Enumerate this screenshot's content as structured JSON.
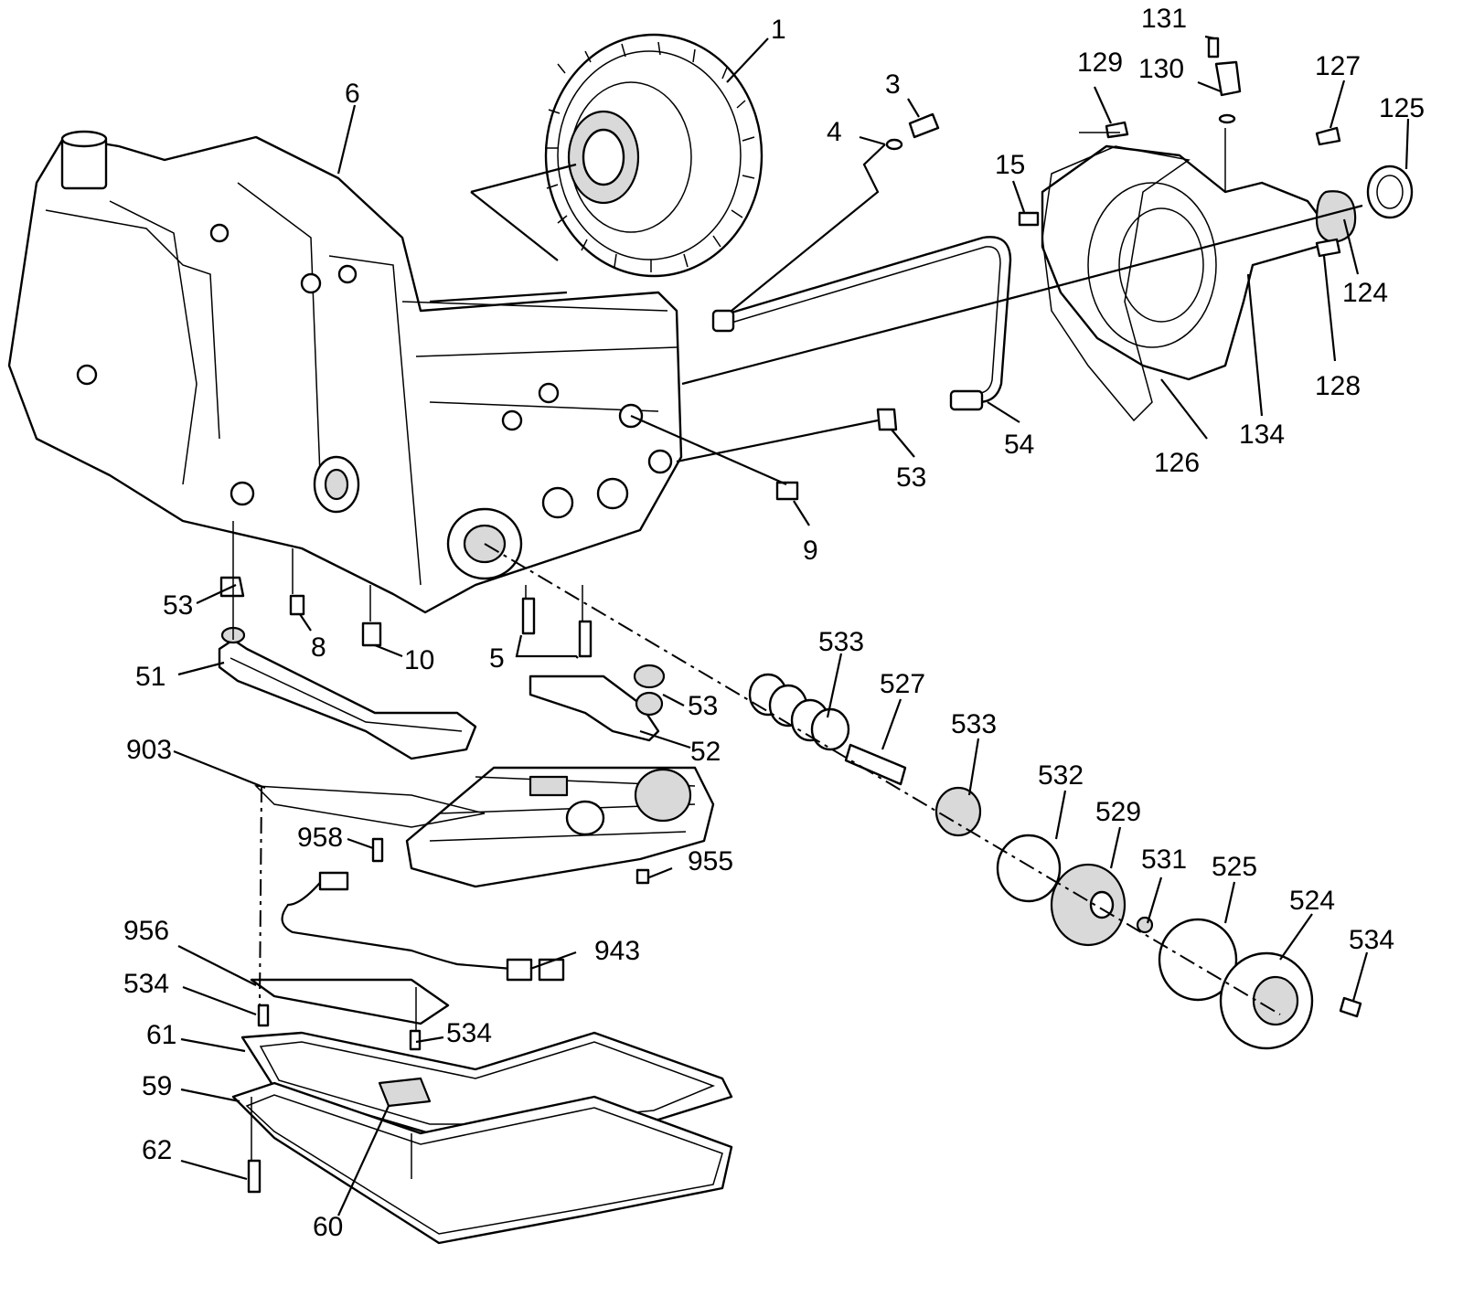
{
  "callouts": [
    {
      "id": "c1",
      "text": "1"
    },
    {
      "id": "c3",
      "text": "3"
    },
    {
      "id": "c4",
      "text": "4"
    },
    {
      "id": "c5",
      "text": "5"
    },
    {
      "id": "c6",
      "text": "6"
    },
    {
      "id": "c8",
      "text": "8"
    },
    {
      "id": "c9",
      "text": "9"
    },
    {
      "id": "c10",
      "text": "10"
    },
    {
      "id": "c15",
      "text": "15"
    },
    {
      "id": "c51",
      "text": "51"
    },
    {
      "id": "c52",
      "text": "52"
    },
    {
      "id": "c53a",
      "text": "53"
    },
    {
      "id": "c53b",
      "text": "53"
    },
    {
      "id": "c53c",
      "text": "53"
    },
    {
      "id": "c54",
      "text": "54"
    },
    {
      "id": "c59",
      "text": "59"
    },
    {
      "id": "c60",
      "text": "60"
    },
    {
      "id": "c61",
      "text": "61"
    },
    {
      "id": "c62",
      "text": "62"
    },
    {
      "id": "c124",
      "text": "124"
    },
    {
      "id": "c125",
      "text": "125"
    },
    {
      "id": "c126",
      "text": "126"
    },
    {
      "id": "c127",
      "text": "127"
    },
    {
      "id": "c128",
      "text": "128"
    },
    {
      "id": "c129",
      "text": "129"
    },
    {
      "id": "c130",
      "text": "130"
    },
    {
      "id": "c131",
      "text": "131"
    },
    {
      "id": "c134",
      "text": "134"
    },
    {
      "id": "c524",
      "text": "524"
    },
    {
      "id": "c525",
      "text": "525"
    },
    {
      "id": "c527",
      "text": "527"
    },
    {
      "id": "c529",
      "text": "529"
    },
    {
      "id": "c531",
      "text": "531"
    },
    {
      "id": "c532",
      "text": "532"
    },
    {
      "id": "c533a",
      "text": "533"
    },
    {
      "id": "c533b",
      "text": "533"
    },
    {
      "id": "c534a",
      "text": "534"
    },
    {
      "id": "c534b",
      "text": "534"
    },
    {
      "id": "c534c",
      "text": "534"
    },
    {
      "id": "c903",
      "text": "903"
    },
    {
      "id": "c943",
      "text": "943"
    },
    {
      "id": "c955",
      "text": "955"
    },
    {
      "id": "c956",
      "text": "956"
    },
    {
      "id": "c958",
      "text": "958"
    }
  ]
}
